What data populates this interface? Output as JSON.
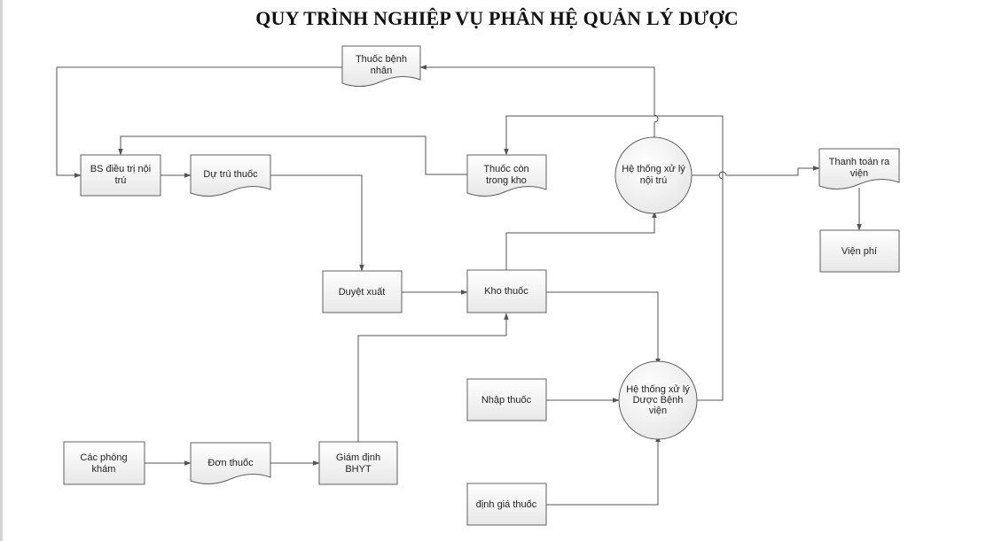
{
  "title": "QUY TRÌNH NGHIỆP VỤ PHÂN HỆ QUẢN LÝ DƯỢC",
  "nodes": {
    "thuoc_benh_nhan": [
      "Thuốc bệnh",
      "nhân"
    ],
    "bs_dieu_tri": [
      "BS điều trị nội",
      "trú"
    ],
    "du_tru_thuoc": [
      "Dự trù thuốc"
    ],
    "thuoc_con": [
      "Thuốc còn",
      "trong kho"
    ],
    "he_thong_noi_tru": [
      "Hệ thống xử lý",
      "nội trú"
    ],
    "thanh_toan": [
      "Thanh toán ra",
      "viện"
    ],
    "vien_phi": [
      "Viện phí"
    ],
    "duyet_xuat": [
      "Duyệt xuất"
    ],
    "kho_thuoc": [
      "Kho thuốc"
    ],
    "nhap_thuoc": [
      "Nhập thuốc"
    ],
    "he_thong_duoc": [
      "Hệ thống xử lý",
      "Dược Bệnh",
      "viện"
    ],
    "cac_phong_kham": [
      "Các phòng",
      "khám"
    ],
    "don_thuoc": [
      "Đơn thuốc"
    ],
    "giam_dinh": [
      "Giám định",
      "BHYT"
    ],
    "dinh_gia": [
      "định giá thuốc"
    ]
  }
}
